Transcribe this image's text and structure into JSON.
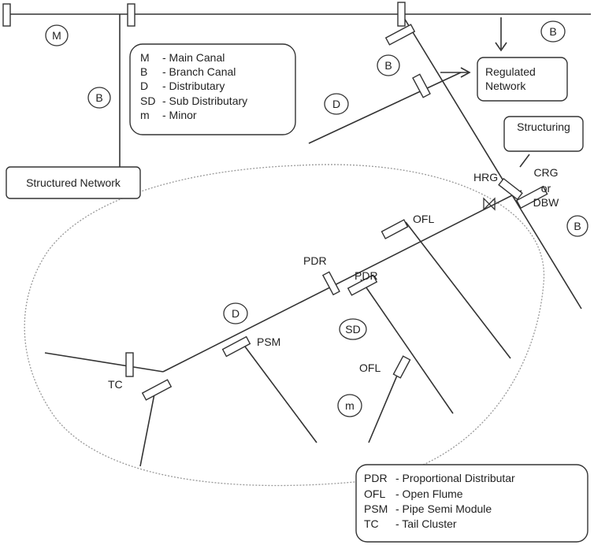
{
  "circle_labels": {
    "main_canal": "M",
    "branch_top_right": "B",
    "branch_mid": "B",
    "branch_left": "B",
    "branch_bottom_right": "B",
    "distributary_top": "D",
    "distributary_inner": "D",
    "sub_distributary": "SD",
    "minor": "m"
  },
  "legend_top": [
    {
      "abbr": "M",
      "desc": "- Main Canal"
    },
    {
      "abbr": "B",
      "desc": "- Branch Canal"
    },
    {
      "abbr": "D",
      "desc": "- Distributary"
    },
    {
      "abbr": "SD",
      "desc": "- Sub Distributary"
    },
    {
      "abbr": "m",
      "desc": "- Minor"
    }
  ],
  "legend_bottom": [
    {
      "abbr": "PDR",
      "desc": "- Proportional Distributar"
    },
    {
      "abbr": "OFL",
      "desc": "- Open Flume"
    },
    {
      "abbr": "PSM",
      "desc": "- Pipe Semi Module"
    },
    {
      "abbr": "TC",
      "desc": "- Tail Cluster"
    }
  ],
  "boxes": {
    "structured_network": "Structured Network",
    "regulated_network_line1": "Regulated",
    "regulated_network_line2": "Network",
    "structuring": "Structuring"
  },
  "structure_labels": {
    "hrg": "HRG",
    "crg_line1": "CRG",
    "crg_line2": "or",
    "crg_line3": "DBW",
    "pdr_upper": "PDR",
    "pdr_right": "PDR",
    "ofl_upper": "OFL",
    "ofl_lower": "OFL",
    "psm": "PSM",
    "tc": "TC"
  }
}
